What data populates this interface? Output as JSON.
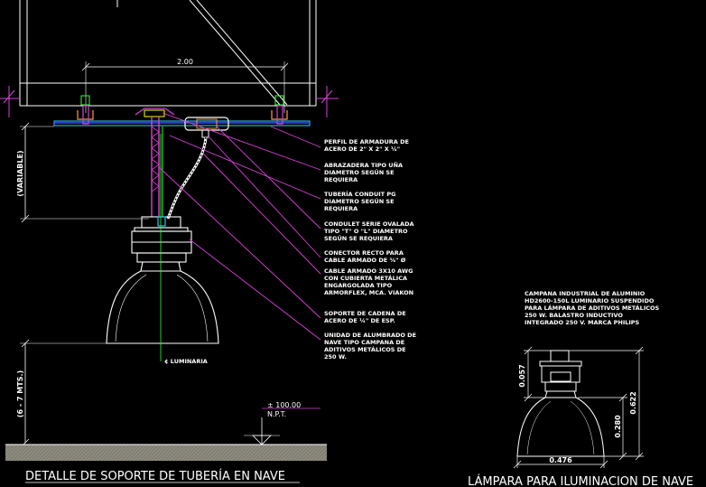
{
  "dimensions": {
    "span": "2.00",
    "variable": "(VARIABLE)",
    "height_range": "(6 - 7 MTS.)",
    "level_value": "± 100.00",
    "level_label": "N.P.T.",
    "luminaria_axis": "¢ LUMINARIA"
  },
  "annotations": [
    {
      "lines": [
        "PERFIL DE ARMADURA DE",
        "ACERO DE 2\" X 2\" X ¼\""
      ]
    },
    {
      "lines": [
        "ABRAZADERA TIPO UÑA",
        "DIAMETRO SEGÚN SE",
        "REQUIERA"
      ]
    },
    {
      "lines": [
        "TUBERÍA CONDUIT PG",
        "DIAMETRO SEGÚN SE",
        "REQUIERA"
      ]
    },
    {
      "lines": [
        "CONDULET SERIE OVALADA",
        "TIPO \"T\" O \"L\" DIAMETRO",
        "SEGÚN SE REQUIERA"
      ]
    },
    {
      "lines": [
        "CONECTOR RECTO PARA",
        "CABLE ARMADO DE ⅜\" Ø"
      ]
    },
    {
      "lines": [
        "CABLE ARMADO 3X10 AWG",
        "CON CUBIERTA METÁLICA",
        "ENGARGOLADA TIPO",
        "ARMORFLEX, MCA. VIAKON"
      ]
    },
    {
      "lines": [
        "SOPORTE DE CADENA DE",
        "ACERO DE ¼\" DE ESP."
      ]
    },
    {
      "lines": [
        "UNIDAD DE ALUMBRADO DE",
        "NAVE TIPO CAMPANA DE",
        "ADITIVOS METÁLICOS DE",
        "250 W."
      ]
    }
  ],
  "lamp_spec": {
    "lines": [
      "CAMPANA INDUSTRIAL DE ALUMINIO",
      "HD2600-150L LUMINARIO SUSPENDIDO",
      "PARA LÁMPARA DE ADITIVOS METÁLICOS",
      "250 W. BALASTRO INDUCTIVO",
      "INTEGRADO 250 V. MARCA PHILIPS"
    ],
    "dim_top": "0.057",
    "dim_body": "0.280",
    "dim_total": "0.622",
    "dim_width": "0.476"
  },
  "titles": {
    "left": "DETALLE DE SOPORTE DE TUBERÍA EN NAVE",
    "right": "LÁMPARA PARA ILUMINACION DE NAVE"
  },
  "colors": {
    "background": "#000000",
    "structure": "#ffffff",
    "magenta": "#d93fd6",
    "green": "#33ff33",
    "cyan": "#2ad7ff",
    "blue": "#3050ff",
    "yellow": "#ffff00",
    "orange": "#ff9c3a",
    "ground": "#8d8a7e"
  }
}
